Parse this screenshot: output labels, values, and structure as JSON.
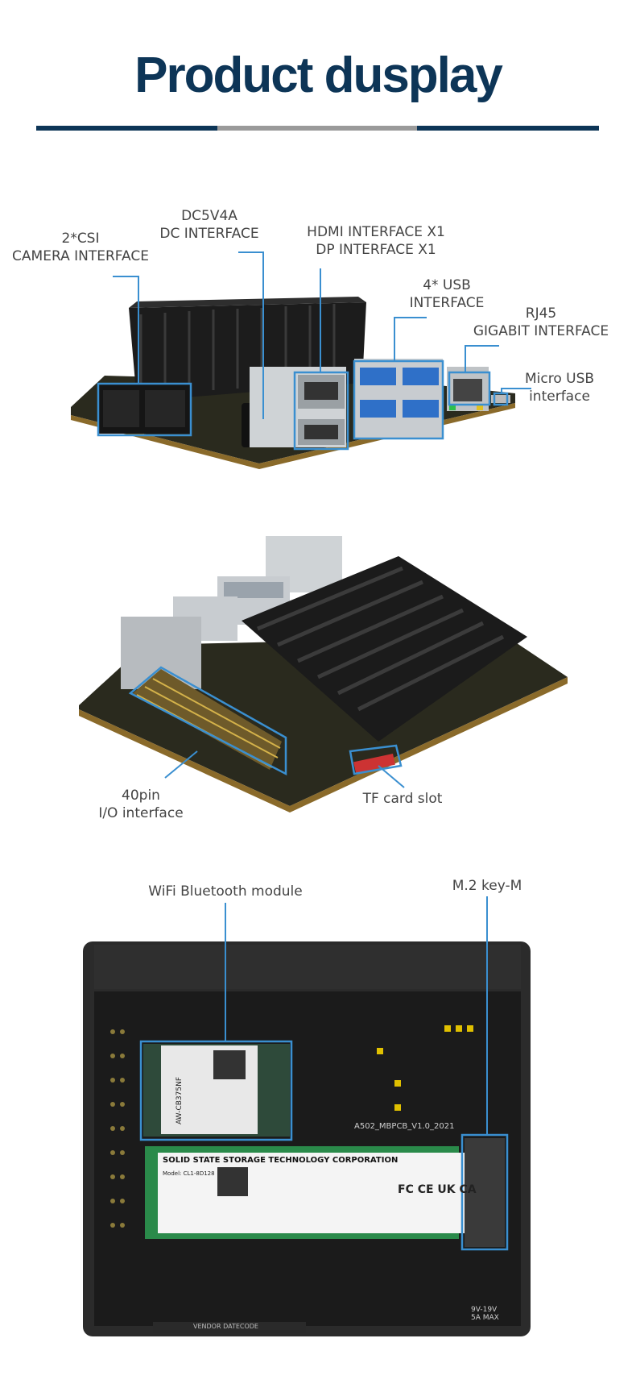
{
  "header": {
    "title": "Product dusplay",
    "colors": {
      "title": "#0d3557",
      "bar_dark": "#0d3557",
      "bar_gray": "#9a9a9a",
      "accent": "#3a8fd0"
    }
  },
  "board_front": {
    "labels": {
      "csi": [
        "2*CSI",
        "CAMERA INTERFACE"
      ],
      "dc": [
        "DC5V4A",
        "DC INTERFACE"
      ],
      "hdmi": [
        "HDMI INTERFACE X1",
        "DP INTERFACE X1"
      ],
      "usb": [
        "4* USB",
        "INTERFACE"
      ],
      "rj45": [
        "RJ45",
        "GIGABIT INTERFACE"
      ],
      "microusb": [
        "Micro USB",
        "interface"
      ]
    }
  },
  "board_back": {
    "labels": {
      "gpio": [
        "40pin",
        "I/O interface"
      ],
      "tf": [
        "TF card slot"
      ]
    }
  },
  "board_bottom": {
    "labels": {
      "wifi": "WiFi Bluetooth module",
      "m2": "M.2 key-M"
    },
    "ssd_text": {
      "title": "SOLID STATE STORAGE TECHNOLOGY CORPORATION",
      "model": "Model: CL1-8D128",
      "certs": "FC  CE  UK CA"
    },
    "wifi_card_text": "AW-CB375NF",
    "pcb_text": "A502_MBPCB_V1.0_2021",
    "power_text": [
      "9V-19V",
      "5A MAX"
    ],
    "vendor_text": "VENDOR   DATECODE"
  }
}
